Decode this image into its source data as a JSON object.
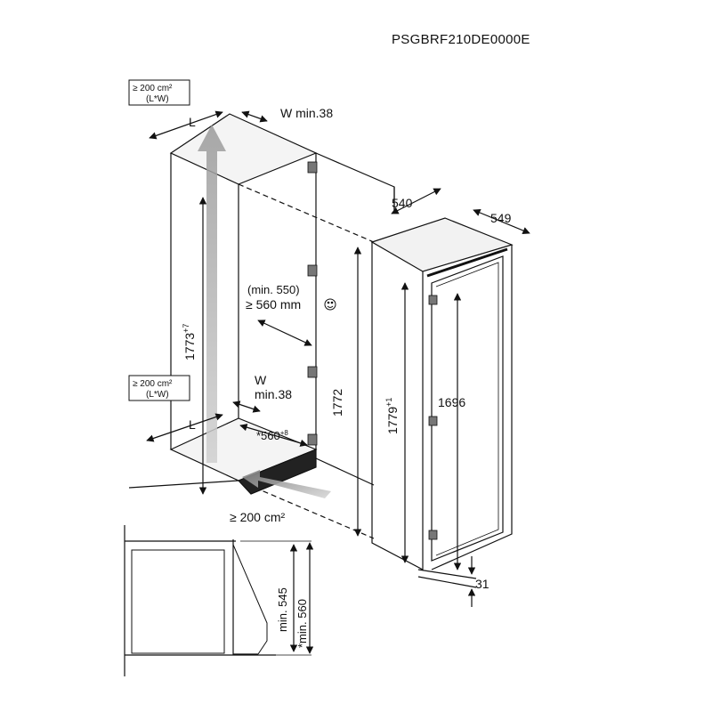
{
  "model_code": "PSGBRF210DE0000E",
  "niche": {
    "top_vent": {
      "line1": "≥ 200 cm²",
      "line2": "(L*W)"
    },
    "bottom_vent": {
      "line1": "≥ 200 cm²",
      "line2": "(L*W)"
    },
    "top_L": "L",
    "top_W": "W min.38",
    "bottom_L": "L",
    "bottom_W_1": "W",
    "bottom_W_2": "min.38",
    "height": "1773",
    "height_tol": "+7",
    "depth_min_1": "(min. 550)",
    "depth_min_2": "≥ 560 mm",
    "width": "*560",
    "width_tol": "+8",
    "plinth_vent": "≥ 200 cm²"
  },
  "appliance": {
    "depth": "540",
    "width": "549",
    "height_total": "1772",
    "height_door": "1779",
    "height_door_tol": "+1",
    "height_inner": "1696",
    "gap_bottom": "31"
  },
  "section": {
    "min_545": "min. 545",
    "min_560": "*min. 560"
  }
}
